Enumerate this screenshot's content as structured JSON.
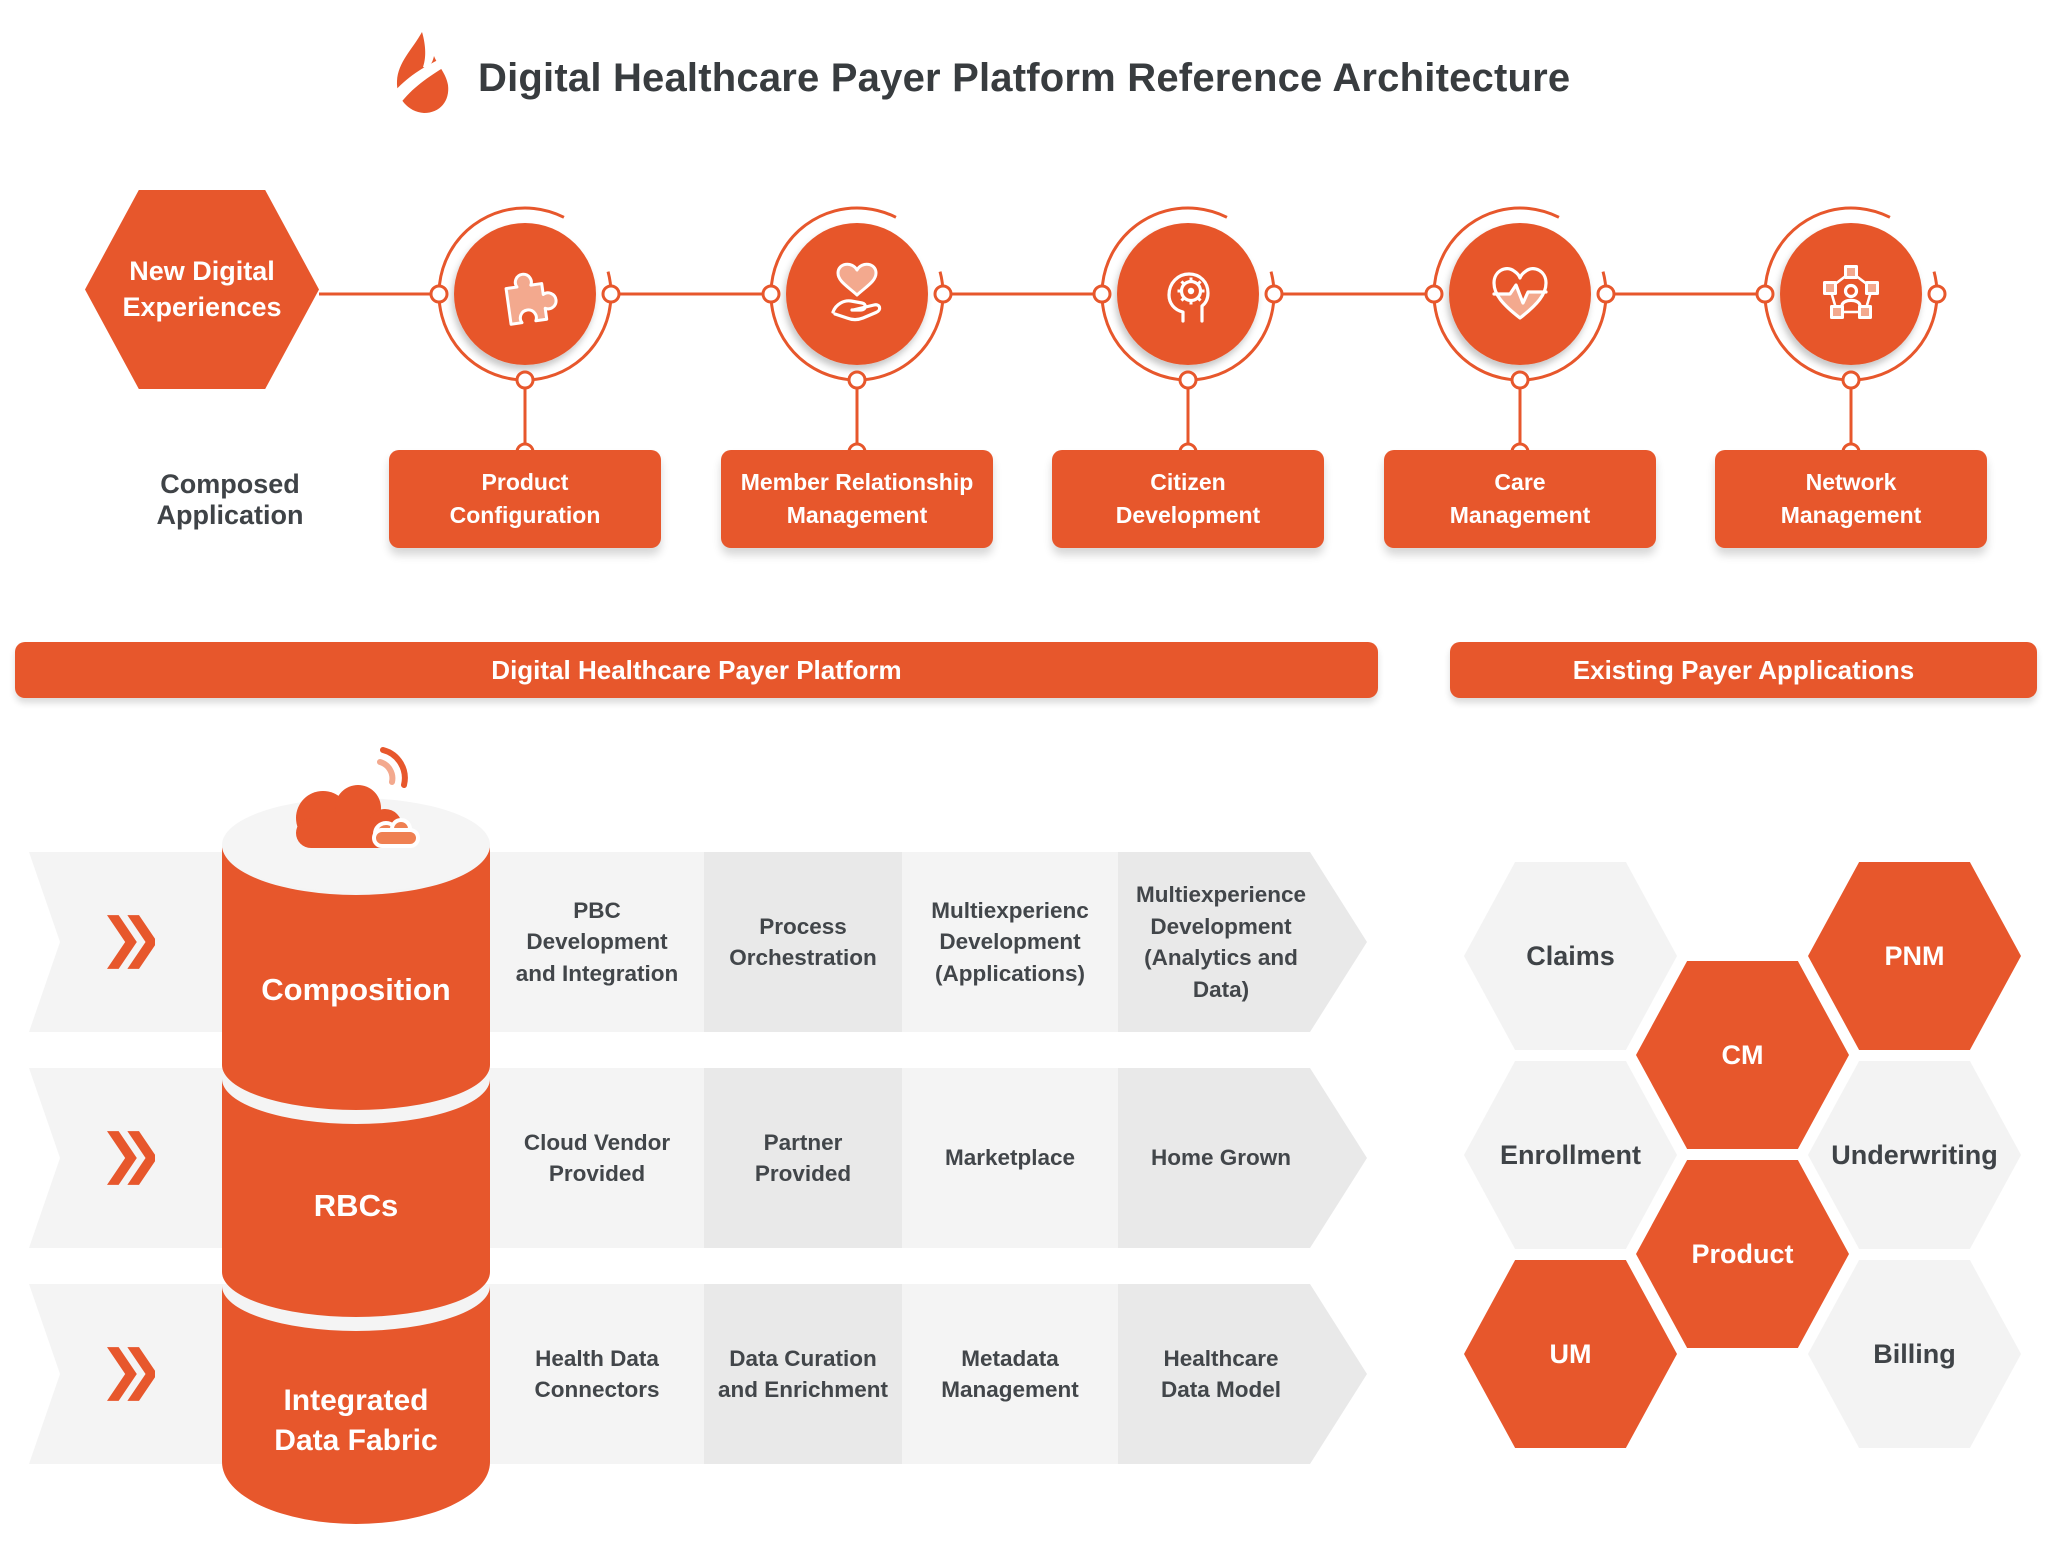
{
  "header": {
    "title": "Digital Healthcare Payer Platform Reference Architecture"
  },
  "flow": {
    "hexagon_label": "New Digital\nExperiences",
    "row_label": "Composed Application",
    "steps": [
      {
        "icon": "puzzle-icon",
        "app": "Product\nConfiguration"
      },
      {
        "icon": "hand-heart-icon",
        "app": "Member Relationship\nManagement"
      },
      {
        "icon": "head-gear-icon",
        "app": "Citizen\nDevelopment"
      },
      {
        "icon": "heart-pulse-icon",
        "app": "Care\nManagement"
      },
      {
        "icon": "network-people-icon",
        "app": "Network\nManagement"
      }
    ]
  },
  "banners": {
    "platform": "Digital Healthcare Payer Platform",
    "existing": "Existing Payer Applications"
  },
  "platform": {
    "layers": [
      {
        "name": "Composition",
        "cells": [
          "PBC\nDevelopment\nand Integration",
          "Process\nOrchestration",
          "Multiexperienc\nDevelopment\n(Applications)",
          "Multiexperience\nDevelopment\n(Analytics and\nData)"
        ]
      },
      {
        "name": "RBCs",
        "cells": [
          "Cloud Vendor\nProvided",
          "Partner\nProvided",
          "Marketplace",
          "Home Grown"
        ]
      },
      {
        "name": "Integrated\nData Fabric",
        "cells": [
          "Health Data\nConnectors",
          "Data Curation\nand Enrichment",
          "Metadata\nManagement",
          "Healthcare\nData Model"
        ]
      }
    ]
  },
  "existing_apps": {
    "hexes": [
      {
        "label": "Claims",
        "variant": "grey"
      },
      {
        "label": "PNM",
        "variant": "orange"
      },
      {
        "label": "CM",
        "variant": "orange"
      },
      {
        "label": "Enrollment",
        "variant": "grey"
      },
      {
        "label": "Underwriting",
        "variant": "grey"
      },
      {
        "label": "Product",
        "variant": "orange"
      },
      {
        "label": "UM",
        "variant": "orange"
      },
      {
        "label": "Billing",
        "variant": "grey"
      }
    ]
  },
  "colors": {
    "accent": "#E7572C",
    "accent_light": "#F3A98E",
    "accent_mid": "#EF8052",
    "text_dark": "#3F4347",
    "band_grey": "#F4F4F4",
    "cell_grey": "#E9E9E9",
    "hex_grey": "#F3F3F3",
    "ellipse_grey": "#F5F5F5"
  }
}
